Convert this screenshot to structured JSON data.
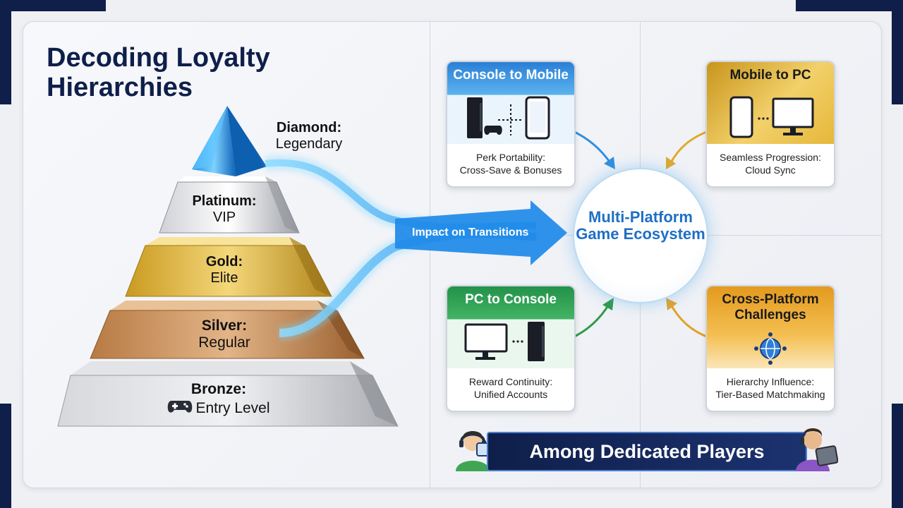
{
  "title": "Decoding Loyalty Hierarchies",
  "tiers": [
    {
      "name": "Diamond:",
      "level": "Legendary"
    },
    {
      "name": "Platinum:",
      "level": "VIP"
    },
    {
      "name": "Gold:",
      "level": "Elite"
    },
    {
      "name": "Silver:",
      "level": "Regular"
    },
    {
      "name": "Bronze:",
      "level": "Entry Level"
    }
  ],
  "flow_label": "Impact on Transitions",
  "hub": {
    "title": "Multi-Platform Game Ecosystem"
  },
  "cards": [
    {
      "title": "Console to Mobile",
      "line1": "Perk Portability:",
      "line2": "Cross-Save & Bonuses"
    },
    {
      "title": "Mobile to PC",
      "line1": "Seamless Progression:",
      "line2": "Cloud Sync"
    },
    {
      "title": "PC to Console",
      "line1": "Reward Continuity:",
      "line2": "Unified Accounts"
    },
    {
      "title": "Cross-Platform Challenges",
      "line1": "Hierarchy Influence:",
      "line2": "Tier-Based Matchmaking"
    }
  ],
  "banner": "Among Dedicated Players",
  "colors": {
    "navy": "#0f1f4a",
    "blue": "#1f6fc5",
    "gold": "#d9a92e",
    "green": "#2e9a4a",
    "orange": "#e3a12a"
  }
}
